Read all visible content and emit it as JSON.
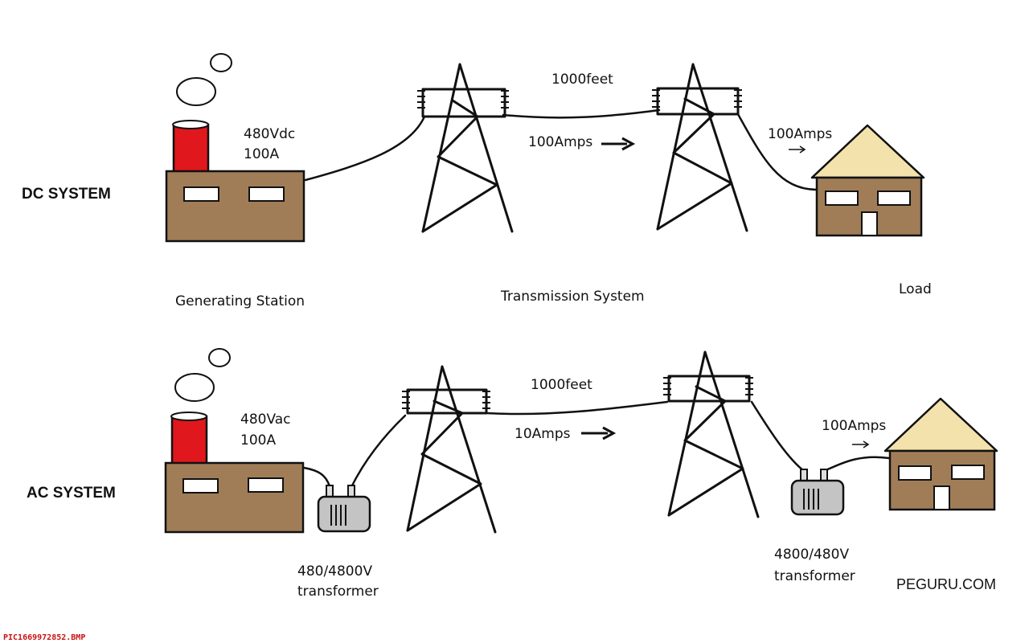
{
  "dc": {
    "system_label": "DC SYSTEM",
    "source_voltage": "480Vdc",
    "source_current": "100A",
    "span_length": "1000feet",
    "line_current": "100Amps",
    "load_current": "100Amps"
  },
  "captions": {
    "generating_station": "Generating Station",
    "transmission_system": "Transmission System",
    "load": "Load"
  },
  "ac": {
    "system_label": "AC SYSTEM",
    "source_voltage": "480Vac",
    "source_current": "100A",
    "span_length": "1000feet",
    "line_current": "10Amps",
    "load_current": "100Amps",
    "step_up_rating": "480/4800V",
    "step_up_label": "transformer",
    "step_down_rating": "4800/480V",
    "step_down_label": "transformer"
  },
  "watermark": "PEGURU.COM",
  "filename": "PIC1669972852.BMP",
  "colors": {
    "building": "#a07d57",
    "chimney": "#e0171c",
    "roof": "#f3e2ac",
    "transformer": "#c4c4c4"
  }
}
